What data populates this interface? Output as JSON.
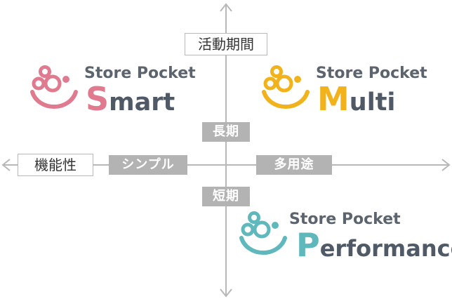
{
  "axes": {
    "vertical_title": "活動期間",
    "horizontal_title": "機能性",
    "top_label": "長期",
    "bottom_label": "短期",
    "left_label": "シンプル",
    "right_label": "多用途"
  },
  "products": [
    {
      "brand": "Store Pocket",
      "initial": "S",
      "rest": "mart",
      "color": "#e07a8f",
      "icon": "smart-logo-icon"
    },
    {
      "brand": "Store Pocket",
      "initial": "M",
      "rest": "ulti",
      "color": "#f2b21b",
      "icon": "multi-logo-icon"
    },
    {
      "brand": "Store Pocket",
      "initial": "P",
      "rest": "erformance",
      "color": "#5fb8bc",
      "icon": "performance-logo-icon"
    }
  ],
  "colors": {
    "axis_line": "#b8b8b8",
    "label_fill": "#b3b3b3",
    "brand_text": "#5c656f",
    "name_text": "#4f5a66"
  }
}
